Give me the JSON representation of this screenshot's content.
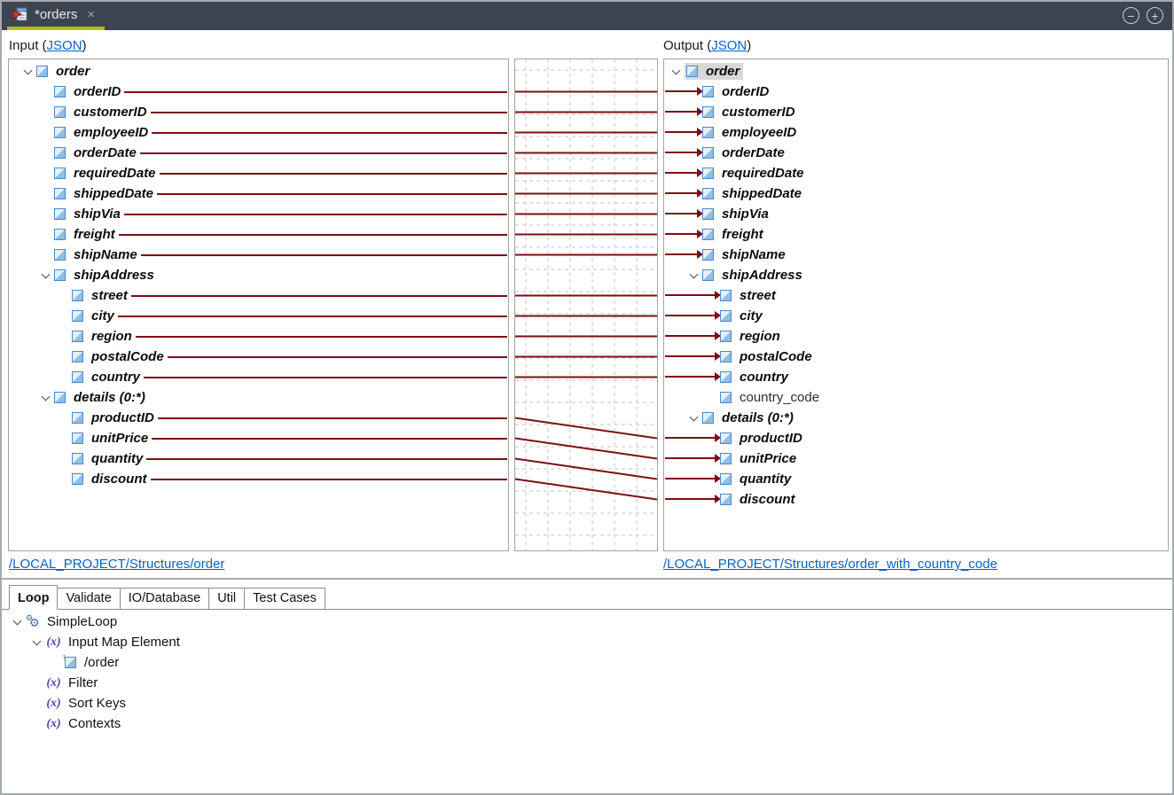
{
  "window": {
    "tab_title": "*orders",
    "close_glyph": "×",
    "minimize_glyph": "−",
    "maximize_glyph": "+"
  },
  "colors": {
    "titlebar_bg": "#3d4451",
    "active_tab_underline": "#b2bd1e",
    "mapping_line": "#7c0e12",
    "link_blue": "#0a62c8",
    "selected_row_bg": "#d8d8d8",
    "element_icon_blue": "#8fbfe6",
    "grid_dash": "#c6c6c6"
  },
  "input_panel": {
    "label_prefix": "Input (",
    "format_link": "JSON",
    "label_suffix": ")",
    "source_link": "/LOCAL_PROJECT/Structures/order",
    "tree": [
      {
        "label": "order",
        "level": 1,
        "chevron": true,
        "mapped": false
      },
      {
        "label": "orderID",
        "level": 2,
        "mapped": true
      },
      {
        "label": "customerID",
        "level": 2,
        "mapped": true
      },
      {
        "label": "employeeID",
        "level": 2,
        "mapped": true
      },
      {
        "label": "orderDate",
        "level": 2,
        "mapped": true
      },
      {
        "label": "requiredDate",
        "level": 2,
        "mapped": true
      },
      {
        "label": "shippedDate",
        "level": 2,
        "mapped": true
      },
      {
        "label": "shipVia",
        "level": 2,
        "mapped": true
      },
      {
        "label": "freight",
        "level": 2,
        "mapped": true
      },
      {
        "label": "shipName",
        "level": 2,
        "mapped": true
      },
      {
        "label": "shipAddress",
        "level": 2,
        "chevron": true,
        "mapped": false
      },
      {
        "label": "street",
        "level": 3,
        "mapped": true
      },
      {
        "label": "city",
        "level": 3,
        "mapped": true
      },
      {
        "label": "region",
        "level": 3,
        "mapped": true
      },
      {
        "label": "postalCode",
        "level": 3,
        "mapped": true
      },
      {
        "label": "country",
        "level": 3,
        "mapped": true
      },
      {
        "label": "details (0:*)",
        "level": 2,
        "chevron": true,
        "mapped": false
      },
      {
        "label": "productID",
        "level": 3,
        "mapped": true
      },
      {
        "label": "unitPrice",
        "level": 3,
        "mapped": true
      },
      {
        "label": "quantity",
        "level": 3,
        "mapped": true
      },
      {
        "label": "discount",
        "level": 3,
        "mapped": true
      }
    ]
  },
  "output_panel": {
    "label_prefix": "Output (",
    "format_link": "JSON",
    "label_suffix": ")",
    "source_link": "/LOCAL_PROJECT/Structures/order_with_country_code",
    "tree": [
      {
        "label": "order",
        "level": 1,
        "chevron": true,
        "mapped": false,
        "selected": true
      },
      {
        "label": "orderID",
        "level": 2,
        "mapped": true
      },
      {
        "label": "customerID",
        "level": 2,
        "mapped": true
      },
      {
        "label": "employeeID",
        "level": 2,
        "mapped": true
      },
      {
        "label": "orderDate",
        "level": 2,
        "mapped": true
      },
      {
        "label": "requiredDate",
        "level": 2,
        "mapped": true
      },
      {
        "label": "shippedDate",
        "level": 2,
        "mapped": true
      },
      {
        "label": "shipVia",
        "level": 2,
        "mapped": true
      },
      {
        "label": "freight",
        "level": 2,
        "mapped": true
      },
      {
        "label": "shipName",
        "level": 2,
        "mapped": true
      },
      {
        "label": "shipAddress",
        "level": 2,
        "chevron": true,
        "mapped": false
      },
      {
        "label": "street",
        "level": 3,
        "mapped": true
      },
      {
        "label": "city",
        "level": 3,
        "mapped": true
      },
      {
        "label": "region",
        "level": 3,
        "mapped": true
      },
      {
        "label": "postalCode",
        "level": 3,
        "mapped": true
      },
      {
        "label": "country",
        "level": 3,
        "mapped": true
      },
      {
        "label": "country_code",
        "level": 3,
        "mapped": false,
        "plain": true
      },
      {
        "label": "details (0:*)",
        "level": 2,
        "chevron": true,
        "mapped": false
      },
      {
        "label": "productID",
        "level": 3,
        "mapped": true
      },
      {
        "label": "unitPrice",
        "level": 3,
        "mapped": true
      },
      {
        "label": "quantity",
        "level": 3,
        "mapped": true
      },
      {
        "label": "discount",
        "level": 3,
        "mapped": true
      }
    ]
  },
  "bottom_panel": {
    "tabs": [
      {
        "label": "Loop",
        "active": true
      },
      {
        "label": "Validate",
        "active": false
      },
      {
        "label": "IO/Database",
        "active": false
      },
      {
        "label": "Util",
        "active": false
      },
      {
        "label": "Test Cases",
        "active": false
      }
    ],
    "tree": [
      {
        "label": "SimpleLoop",
        "level": 1,
        "chevron": true,
        "icon": "gears"
      },
      {
        "label": "Input Map Element",
        "level": 2,
        "chevron": true,
        "icon": "fx"
      },
      {
        "label": "/order",
        "level": 3,
        "icon": "element-ref"
      },
      {
        "label": "Filter",
        "level": 2,
        "icon": "fx"
      },
      {
        "label": "Sort Keys",
        "level": 2,
        "icon": "fx"
      },
      {
        "label": "Contexts",
        "level": 2,
        "icon": "fx"
      }
    ]
  }
}
